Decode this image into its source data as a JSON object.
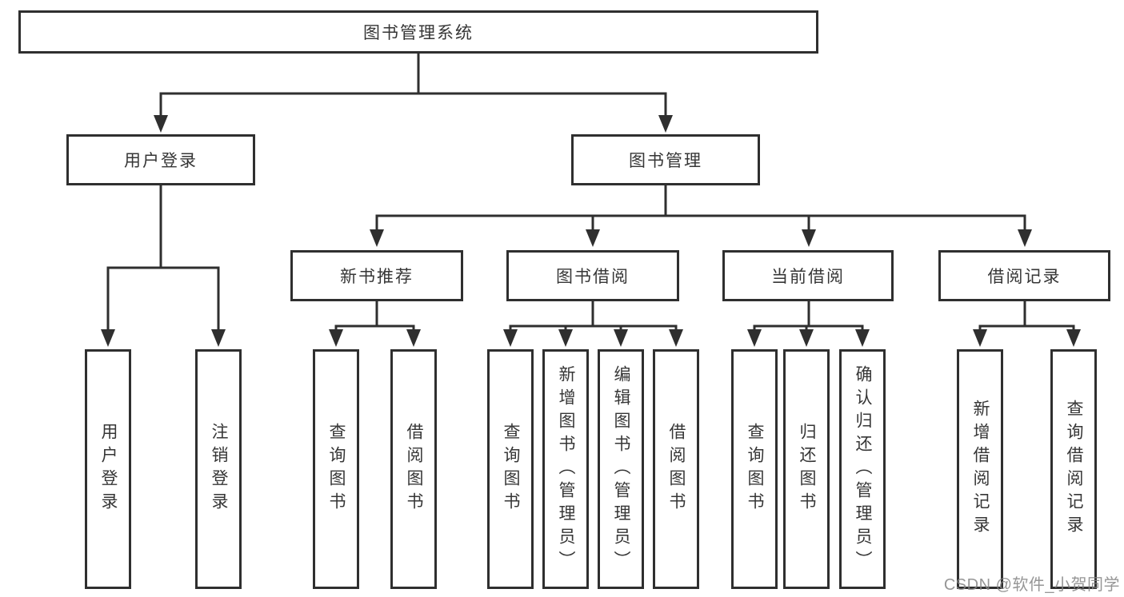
{
  "colors": {
    "line": "#2f2f2f",
    "box_border": "#2f2f2f",
    "text": "#363636",
    "background": "#ffffff",
    "watermark": "#848484"
  },
  "tree": {
    "root": "图书管理系统",
    "branches": [
      {
        "label": "用户登录",
        "children": [
          "用户登录",
          "注销登录"
        ]
      },
      {
        "label": "图书管理",
        "children": [
          {
            "label": "新书推荐",
            "children": [
              "查询图书",
              "借阅图书"
            ]
          },
          {
            "label": "图书借阅",
            "children": [
              "查询图书",
              "新增图书（管理员）",
              "编辑图书（管理员）",
              "借阅图书"
            ]
          },
          {
            "label": "当前借阅",
            "children": [
              "查询图书",
              "归还图书",
              "确认归还（管理员）"
            ]
          },
          {
            "label": "借阅记录",
            "children": [
              "新增借阅记录",
              "查询借阅记录"
            ]
          }
        ]
      }
    ]
  },
  "watermark": {
    "text": "CSDN @软件_小贺同学"
  }
}
